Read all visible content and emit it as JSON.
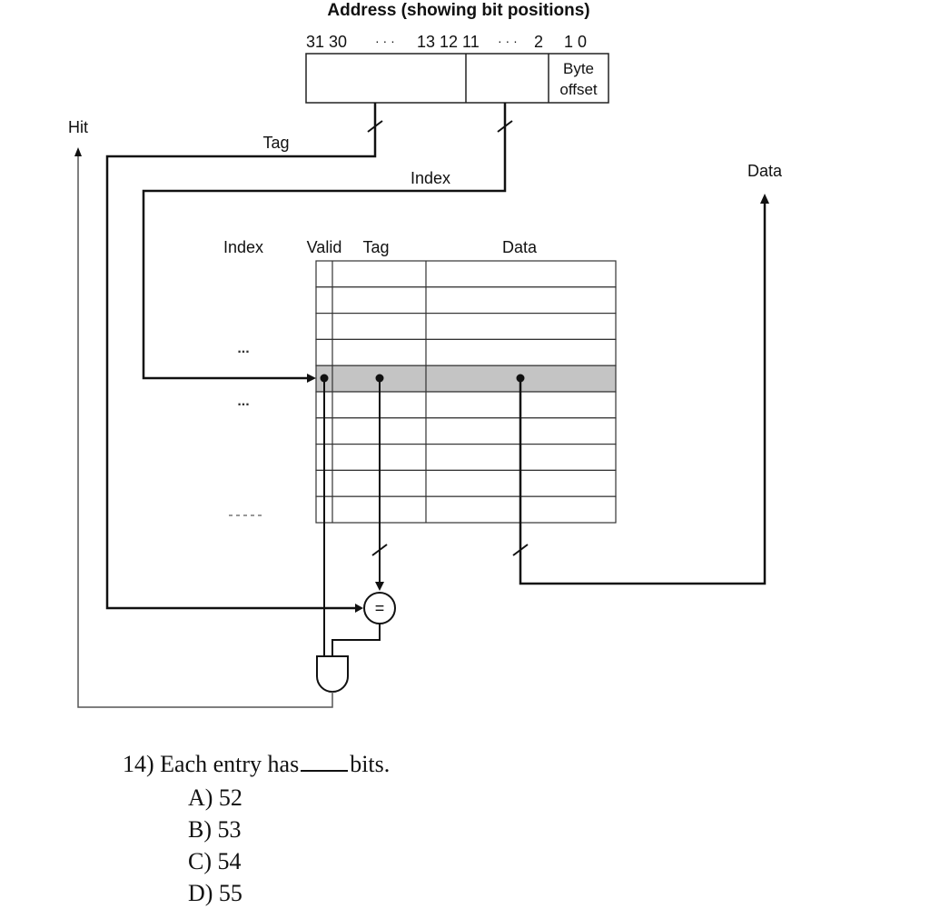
{
  "diagram": {
    "address_title": "Address (showing bit positions)",
    "bit_positions": {
      "high": "31 30",
      "dots1": "· · ·",
      "mid": "13 12 11",
      "dots2": "· · ·",
      "two": "2",
      "low": "1 0"
    },
    "byte_offset": [
      "Byte",
      "offset"
    ],
    "labels": {
      "hit": "Hit",
      "tag": "Tag",
      "index": "Index",
      "data_out": "Data"
    },
    "columns": {
      "index": "Index",
      "valid": "Valid",
      "tag": "Tag",
      "data": "Data"
    },
    "ellipsis": "...",
    "comparator": "=",
    "table_rows": 10,
    "selected_row": 4
  },
  "question": {
    "prefix": "14) Each entry has",
    "suffix": "bits.",
    "options": [
      "A) 52",
      "B) 53",
      "C) 54",
      "D) 55"
    ]
  }
}
